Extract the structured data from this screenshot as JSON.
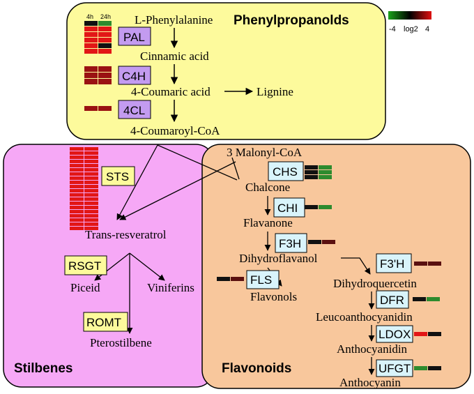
{
  "colors": {
    "phenyl_panel": "#fdfa9c",
    "stilbene_panel": "#f6a8f6",
    "flavonoid_panel": "#f8c79c",
    "enzyme_purple": "#c39bf0",
    "enzyme_blue": "#d9f4fb",
    "enzyme_yellow": "#fdfa9c",
    "heat_red": "#e21616",
    "heat_darkred": "#9a1212",
    "heat_maroon": "#5a1010",
    "heat_black": "#111111",
    "heat_green": "#2e8b2e",
    "legend_low": "#1aa21a",
    "legend_mid": "#000000",
    "legend_high": "#e01010"
  },
  "sections": {
    "phenylpropanoids": "Phenylpropanolds",
    "stilbenes": "Stilbenes",
    "flavonoids": "Flavonoids"
  },
  "timepoints": [
    "4h",
    "24h"
  ],
  "legend": {
    "min": "-4",
    "label": "log2",
    "max": "4"
  },
  "compounds": {
    "phenylalanine": "L-Phenylalanine",
    "cinnamic": "Cinnamic acid",
    "coumaric": "4-Coumaric acid",
    "lignine": "Lignine",
    "coumaroyl": "4-Coumaroyl-CoA",
    "malonyl": "3 Malonyl-CoA",
    "chalcone": "Chalcone",
    "flavanone": "Flavanone",
    "dihydroflavanol": "Dihydroflavanol",
    "dihydroquercetin": "Dihydroquercetin",
    "leucoanthocyanidin": "Leucoanthocyanidin",
    "anthocyanidin": "Anthocyanidin",
    "anthocyanin": "Anthocyanin",
    "flavonols": "Flavonols",
    "resveratrol": "Trans-resveratrol",
    "piceid": "Piceid",
    "viniferins": "Viniferins",
    "pterostilbene": "Pterostilbene"
  },
  "enzymes": {
    "pal": "PAL",
    "c4h": "C4H",
    "cl4": "4CL",
    "sts": "STS",
    "rsgt": "RSGT",
    "romt": "ROMT",
    "chs": "CHS",
    "chi": "CHI",
    "f3h": "F3H",
    "fls": "FLS",
    "f3ph": "F3'H",
    "dfr": "DFR",
    "ldox": "LDOX",
    "ufgt": "UFGT"
  },
  "heatmaps": {
    "pal": [
      [
        "heat_black",
        "heat_green"
      ],
      [
        "heat_red",
        "heat_red"
      ],
      [
        "heat_red",
        "heat_red"
      ],
      [
        "heat_red",
        "heat_red"
      ],
      [
        "heat_red",
        "heat_black"
      ],
      [
        "heat_red",
        "heat_red"
      ]
    ],
    "c4h": [
      [
        "heat_darkred",
        "heat_darkred"
      ],
      [
        "heat_darkred",
        "heat_darkred"
      ],
      [
        "heat_darkred",
        "heat_darkred"
      ]
    ],
    "cl4": [
      [
        "heat_darkred",
        "heat_darkred"
      ]
    ],
    "sts": [
      [
        "heat_red",
        "heat_red"
      ],
      [
        "heat_red",
        "heat_red"
      ],
      [
        "heat_red",
        "heat_red"
      ],
      [
        "heat_red",
        "heat_red"
      ],
      [
        "heat_red",
        "heat_red"
      ],
      [
        "heat_red",
        "heat_red"
      ],
      [
        "heat_red",
        "heat_red"
      ],
      [
        "heat_red",
        "heat_red"
      ],
      [
        "heat_red",
        "heat_red"
      ],
      [
        "heat_red",
        "heat_red"
      ],
      [
        "heat_red",
        "heat_red"
      ],
      [
        "heat_red",
        "heat_red"
      ],
      [
        "heat_red",
        "heat_red"
      ],
      [
        "heat_red",
        "heat_red"
      ],
      [
        "heat_red",
        "heat_red"
      ],
      [
        "heat_red",
        "heat_red"
      ],
      [
        "heat_red",
        "heat_red"
      ],
      [
        "heat_red",
        "heat_red"
      ],
      [
        "heat_red",
        "heat_red"
      ],
      [
        "heat_red",
        "heat_red"
      ]
    ],
    "chs": [
      [
        "heat_black",
        "heat_green"
      ],
      [
        "heat_black",
        "heat_green"
      ],
      [
        "heat_black",
        "heat_green"
      ]
    ],
    "chi": [
      [
        "heat_black",
        "heat_green"
      ]
    ],
    "f3h": [
      [
        "heat_black",
        "heat_maroon"
      ]
    ],
    "fls": [
      [
        "heat_black",
        "heat_maroon"
      ]
    ],
    "f3ph": [
      [
        "heat_maroon",
        "heat_maroon"
      ]
    ],
    "dfr": [
      [
        "heat_black",
        "heat_green"
      ]
    ],
    "ldox": [
      [
        "heat_red",
        "heat_black"
      ]
    ],
    "ufgt": [
      [
        "heat_green",
        "heat_black"
      ]
    ]
  }
}
